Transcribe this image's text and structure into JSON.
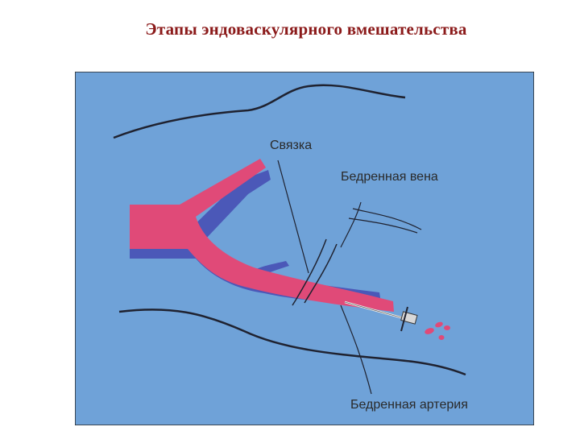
{
  "slide": {
    "title": "Этапы эндоваскулярного вмешательства"
  },
  "diagram": {
    "labels": {
      "ligament": "Связка",
      "femoral_vein": "Бедренная вена",
      "femoral_artery": "Бедренная артерия"
    },
    "colors": {
      "background": "#6fa2d8",
      "vein": "#4b58b8",
      "artery": "#e04a78",
      "outline": "#1f2230",
      "needle": "#e8e8e8"
    }
  }
}
